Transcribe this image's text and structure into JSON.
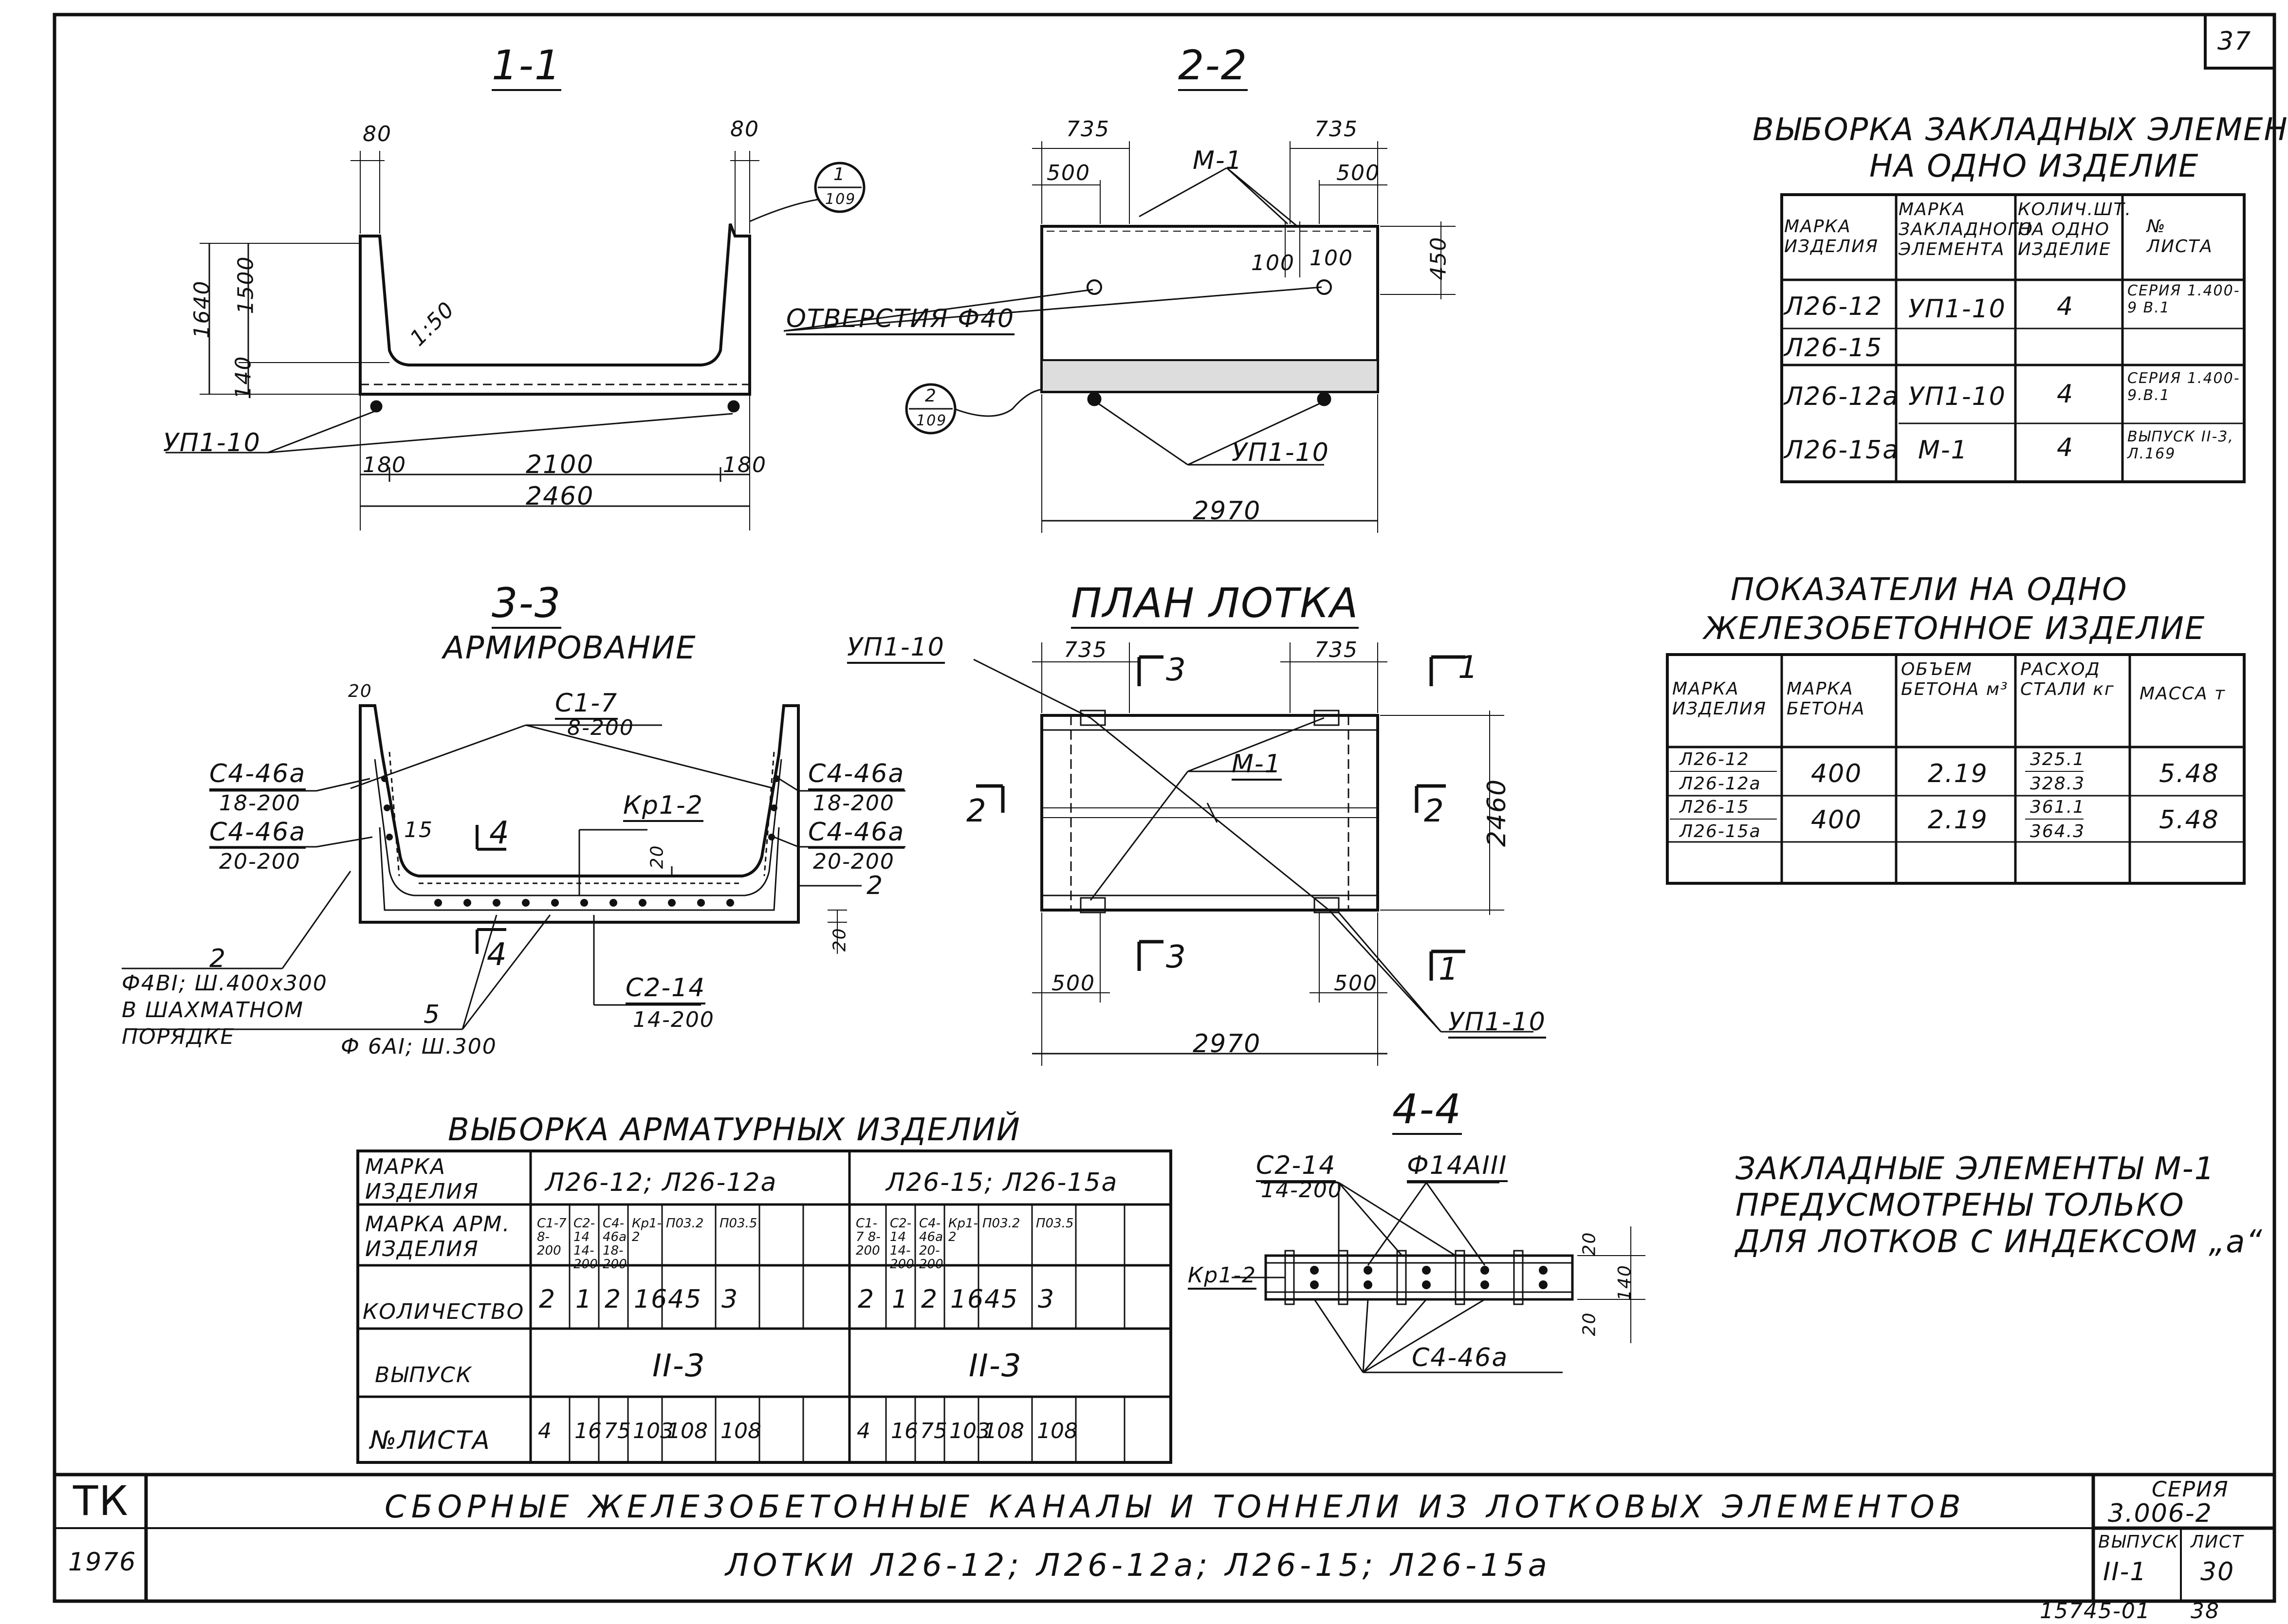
{
  "sheet": {
    "corner_number": "37",
    "bottom_code": "15745-01",
    "bottom_code_2": "38"
  },
  "sections": {
    "s11": {
      "title": "1-1",
      "dims": {
        "top_left": "80",
        "top_right": "80",
        "h_total": "1640",
        "h_wall": "1500",
        "h_base": "140",
        "slope": "1:50",
        "w_left": "180",
        "w_mid": "2100",
        "w_right": "180",
        "w_total": "2460"
      },
      "label_yp": "УП1-10",
      "callout_num": "1",
      "callout_sheet": "109"
    },
    "s22": {
      "title": "2-2",
      "dims": {
        "d735a": "735",
        "d735b": "735",
        "d500a": "500",
        "d500b": "500",
        "d100a": "100",
        "d100b": "100",
        "h450": "450",
        "w_total": "2970"
      },
      "label_m1": "М-1",
      "label_holes": "ОТВЕРСТИЯ Ф40",
      "label_yp": "УП1-10",
      "callout_num": "2",
      "callout_sheet": "109"
    },
    "s33": {
      "title": "3-3",
      "subtitle": "АРМИРОВАНИЕ",
      "c17": "С1-7",
      "c17_step": "8-200",
      "c446a_l1": "С4-46а",
      "c446a_l1_step": "18-200",
      "c446a_l2": "С4-46а",
      "c446a_l2_step": "20-200",
      "c446a_r1": "С4-46а",
      "c446a_r1_step": "18-200",
      "c446a_r2": "С4-46а",
      "c446a_r2_step": "20-200",
      "kr12": "Кр1-2",
      "c214": "С2-14",
      "c214_step": "14-200",
      "d20a": "20",
      "d15": "15",
      "d20b": "20",
      "d20c": "20",
      "n2a": "2",
      "n2b": "2",
      "n5": "5",
      "note_2": "Ф4ВI; Ш.400х300",
      "note_2b": "В ШАХМАТНОМ",
      "note_2c": "ПОРЯДКЕ",
      "note_5": "Ф 6АI; Ш.300",
      "cut4": "4"
    },
    "plan": {
      "title": "ПЛАН ЛОТКА",
      "yp_top": "УП1-10",
      "yp_bottom": "УП1-10",
      "m1": "М-1",
      "d735a": "735",
      "d735b": "735",
      "d500a": "500",
      "d500b": "500",
      "w_total": "2970",
      "h_total": "2460",
      "cut1": "1",
      "cut2": "2",
      "cut3": "3"
    },
    "s44": {
      "title": "4-4",
      "c214": "С2-14",
      "c214_step": "14-200",
      "phi": "Ф14АIII",
      "kr": "Кр1-2",
      "c446a": "С4-46а",
      "d20a": "20",
      "d140": "140",
      "d20b": "20"
    }
  },
  "embedded_table": {
    "title_line1": "ВЫБОРКА ЗАКЛАДНЫХ ЭЛЕМЕНТОВ",
    "title_line2": "НА ОДНО ИЗДЕЛИЕ",
    "headers": [
      "МАРКА ИЗДЕЛИЯ",
      "МАРКА ЗАКЛАДНОГО ЭЛЕМЕНТА",
      "КОЛИЧ.ШТ. НА ОДНО ИЗДЕЛИЕ",
      "№ ЛИСТА"
    ],
    "rows": [
      {
        "mark": "Л26-12",
        "elem": "УП1-10",
        "qty": "4",
        "sheet": "СЕРИЯ 1.400-9 В.1"
      },
      {
        "mark": "Л26-15",
        "elem": "",
        "qty": "",
        "sheet": ""
      },
      {
        "mark": "Л26-12а",
        "elem": "УП1-10",
        "qty": "4",
        "sheet": "СЕРИЯ 1.400-9.В.1"
      },
      {
        "mark": "Л26-15а",
        "elem": "М-1",
        "qty": "4",
        "sheet": "ВЫПУСК II-3, Л.169"
      }
    ]
  },
  "indicators_table": {
    "title_line1": "ПОКАЗАТЕЛИ НА ОДНО",
    "title_line2": "ЖЕЛЕЗОБЕТОННОЕ ИЗДЕЛИЕ",
    "headers": [
      "МАРКА ИЗДЕЛИЯ",
      "МАРКА БЕТОНА",
      "ОБЪЕМ БЕТОНА м³",
      "РАСХОД СТАЛИ кг",
      "МАССА т"
    ],
    "rows": [
      {
        "mark_a": "Л26-12",
        "mark_b": "Л26-12а",
        "concrete": "400",
        "volume": "2.19",
        "steel_a": "325.1",
        "steel_b": "328.3",
        "mass": "5.48"
      },
      {
        "mark_a": "Л26-15",
        "mark_b": "Л26-15а",
        "concrete": "400",
        "volume": "2.19",
        "steel_a": "361.1",
        "steel_b": "364.3",
        "mass": "5.48"
      }
    ]
  },
  "note": {
    "line1": "ЗАКЛАДНЫЕ ЭЛЕМЕНТЫ М-1",
    "line2": "ПРЕДУСМОТРЕНЫ ТОЛЬКО",
    "line3": "ДЛЯ ЛОТКОВ С ИНДЕКСОМ „а“"
  },
  "rebar_table": {
    "title": "ВЫБОРКА АРМАТУРНЫХ ИЗДЕЛИЙ",
    "row_labels": {
      "mark": "МАРКА ИЗДЕЛИЯ",
      "rebar": "МАРКА АРМ. ИЗДЕЛИЯ",
      "qty": "КОЛИЧЕСТВО",
      "issue": "ВЫПУСК",
      "sheet": "№ЛИСТА"
    },
    "group_a": {
      "title": "Л26-12; Л26-12а",
      "items": [
        "С1-7 8-200",
        "С2-14 14-200",
        "С4-46а 18-200",
        "Кр1-2",
        "П03.2",
        "П03.5"
      ],
      "qty": [
        "2",
        "1",
        "2",
        "16",
        "45",
        "3"
      ],
      "issue": "II-3",
      "sheets": [
        "4",
        "16",
        "75",
        "103",
        "108",
        "108"
      ]
    },
    "group_b": {
      "title": "Л26-15; Л26-15а",
      "items": [
        "С1-7 8-200",
        "С2-14 14-200",
        "С4-46а 20-200",
        "Кр1-2",
        "П03.2",
        "П03.5"
      ],
      "qty": [
        "2",
        "1",
        "2",
        "16",
        "45",
        "3"
      ],
      "issue": "II-3",
      "sheets": [
        "4",
        "16",
        "75",
        "103",
        "108",
        "108"
      ]
    }
  },
  "title_block": {
    "code": "ТК",
    "year": "1976",
    "title_line1": "СБОРНЫЕ ЖЕЛЕЗОБЕТОННЫЕ КАНАЛЫ И ТОННЕЛИ ИЗ ЛОТКОВЫХ ЭЛЕМЕНТОВ",
    "title_line2": "ЛОТКИ Л26-12; Л26-12а; Л26-15; Л26-15а",
    "series_label": "СЕРИЯ",
    "series_value": "3.006-2",
    "issue_label": "ВЫПУСК",
    "issue_value": "II-1",
    "sheet_label": "ЛИСТ",
    "sheet_value": "30"
  }
}
